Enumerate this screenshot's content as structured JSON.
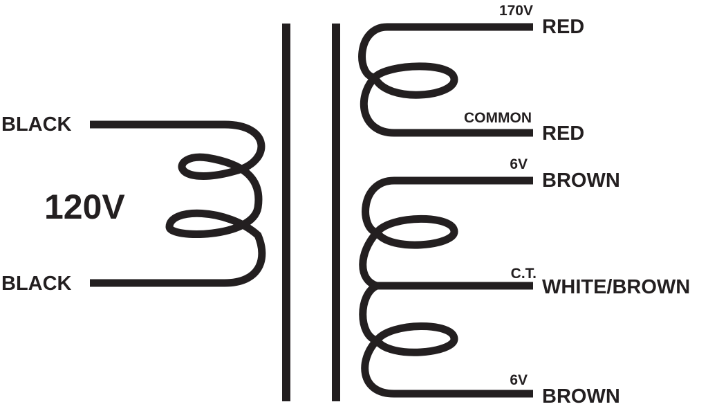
{
  "colors": {
    "ink": "#231f20",
    "background": "#ffffff"
  },
  "primary": {
    "voltage_label": "120V",
    "lead_top_color": "BLACK",
    "lead_bottom_color": "BLACK"
  },
  "secondary_hv": {
    "top_voltage": "170V",
    "top_color": "RED",
    "bottom_voltage": "COMMON",
    "bottom_color": "RED"
  },
  "secondary_lv": {
    "top_voltage": "6V",
    "top_color": "BROWN",
    "center_voltage": "C.T.",
    "center_color": "WHITE/BROWN",
    "bottom_voltage": "6V",
    "bottom_color": "BROWN"
  }
}
